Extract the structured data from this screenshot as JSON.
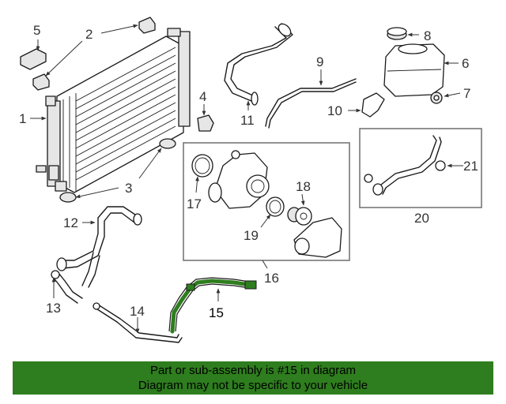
{
  "callouts": {
    "p1": "1",
    "p2": "2",
    "p3": "3",
    "p4": "4",
    "p5": "5",
    "p6": "6",
    "p7": "7",
    "p8": "8",
    "p9": "9",
    "p10": "10",
    "p11": "11",
    "p12": "12",
    "p13": "13",
    "p14": "14",
    "p15": "15",
    "p16": "16",
    "p17": "17",
    "p18": "18",
    "p19": "19",
    "p20": "20",
    "p21": "21"
  },
  "highlight_part": "15",
  "colors": {
    "highlight": "#2e7d1e",
    "banner_bg": "#2e7d1e",
    "line": "#1a1a1a"
  },
  "banner": {
    "line1": "Part or sub-assembly is #15 in diagram",
    "line2": "Diagram may not be specific to your vehicle"
  }
}
